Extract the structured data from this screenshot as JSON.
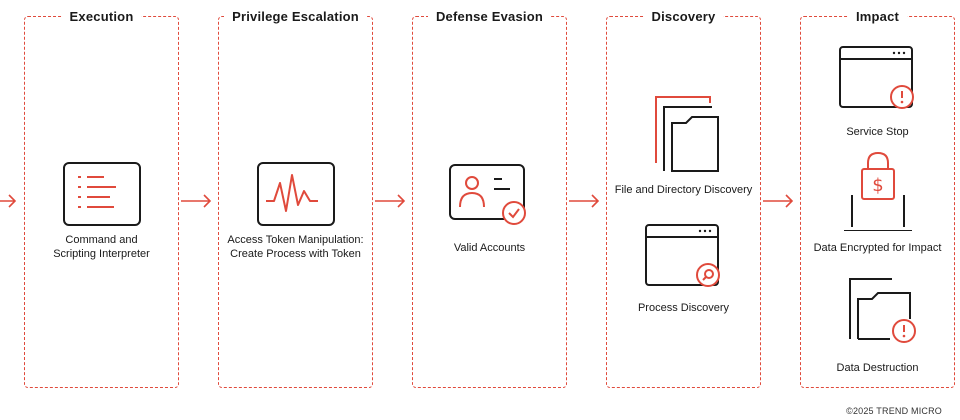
{
  "colors": {
    "accent": "#e04a3c",
    "ink": "#1a1a1a"
  },
  "columns": [
    {
      "title": "Execution",
      "items": [
        {
          "label_lines": [
            "Command and",
            "Scripting Interpreter"
          ],
          "icon": "script-window-icon"
        }
      ]
    },
    {
      "title": "Privilege Escalation",
      "items": [
        {
          "label_lines": [
            "Access Token Manipulation:",
            "Create Process with Token"
          ],
          "icon": "pulse-monitor-icon"
        }
      ]
    },
    {
      "title": "Defense Evasion",
      "items": [
        {
          "label_lines": [
            "Valid Accounts"
          ],
          "icon": "id-card-check-icon"
        }
      ]
    },
    {
      "title": "Discovery",
      "items": [
        {
          "label_lines": [
            "File and Directory Discovery"
          ],
          "icon": "folder-document-icon"
        },
        {
          "label_lines": [
            "Process Discovery"
          ],
          "icon": "window-search-icon"
        }
      ]
    },
    {
      "title": "Impact",
      "items": [
        {
          "label_lines": [
            "Service Stop"
          ],
          "icon": "window-alert-icon"
        },
        {
          "label_lines": [
            "Data Encrypted for Impact"
          ],
          "icon": "laptop-lock-icon"
        },
        {
          "label_lines": [
            "Data Destruction"
          ],
          "icon": "folder-alert-icon"
        }
      ]
    }
  ],
  "footer": "©2025 TREND MICRO"
}
